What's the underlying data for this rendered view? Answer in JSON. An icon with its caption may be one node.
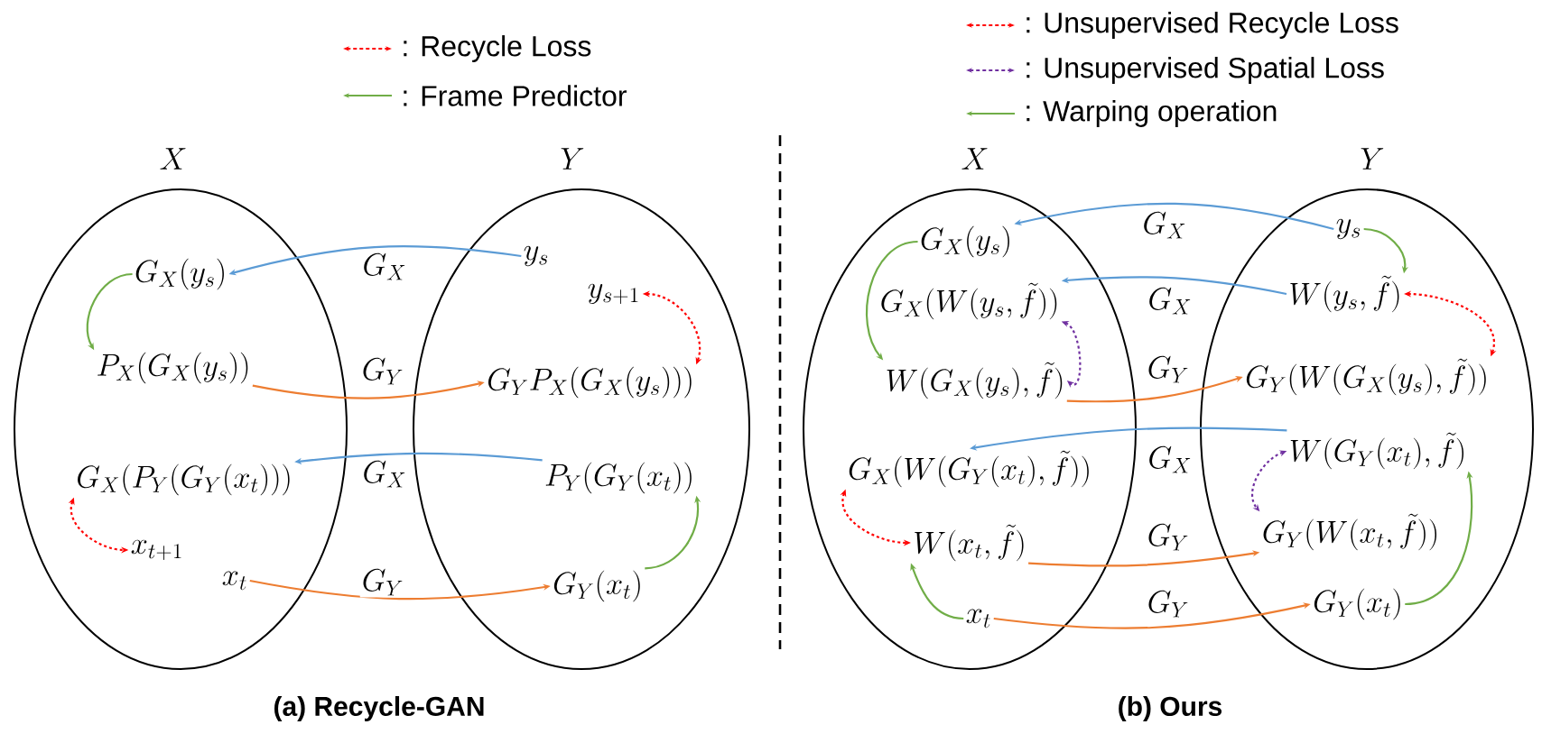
{
  "diagram": {
    "nodes": [
      {
        "text": [
          "X"
        ]
      },
      {
        "text": [
          "G_X(y_s)"
        ],
        "in": 0
      },
      {
        "text": [
          "P_X(G_X(y_s))"
        ],
        "in": 0
      },
      {
        "text": [
          "G_X(P_Y(G_Y(x_t)))"
        ],
        "in": 0
      },
      {
        "text": [
          "x_{t+1}"
        ],
        "in": 0
      },
      {
        "text": [
          "x_t"
        ],
        "in": 0
      },
      {
        "text": [
          "Y"
        ]
      },
      {
        "text": [
          "y_s"
        ],
        "in": 6
      },
      {
        "text": [
          "y_{s+1}"
        ],
        "in": 6
      },
      {
        "text": [
          "G_Y P_X(G_X(y_s)))"
        ],
        "in": 6
      },
      {
        "text": [
          "P_Y(G_Y(x_t))"
        ],
        "in": 6
      },
      {
        "text": [
          "G_Y(x_t)"
        ],
        "in": 6
      },
      {
        "text": [
          "X"
        ]
      },
      {
        "text": [
          "G_X(y_s)"
        ],
        "in": 12
      },
      {
        "text": [
          "G_X(W(y_s,\\tilde{f}))"
        ],
        "in": 12
      },
      {
        "text": [
          "W(G_X(y_s),\\tilde{f})"
        ],
        "in": 12
      },
      {
        "text": [
          "G_X(W(G_Y(x_t),\\tilde{f}))"
        ],
        "in": 12
      },
      {
        "text": [
          "W(x_t,\\tilde{f})"
        ],
        "in": 12
      },
      {
        "text": [
          "x_t"
        ],
        "in": 12
      },
      {
        "text": [
          "Y"
        ]
      },
      {
        "text": [
          "y_s"
        ],
        "in": 19
      },
      {
        "text": [
          "W(y_s,\\tilde{f})"
        ],
        "in": 19
      },
      {
        "text": [
          "G_Y(W(G_X(y_s),\\tilde{f}))"
        ],
        "in": 19
      },
      {
        "text": [
          "W(G_Y(x_t),\\tilde{f})"
        ],
        "in": 19
      },
      {
        "text": [
          "G_Y(W(x_t,\\tilde{f}))"
        ],
        "in": 19
      },
      {
        "text": [
          "G_Y(x_t)"
        ],
        "in": 19
      }
    ],
    "edges": [
      {
        "from": 7,
        "to": 1,
        "arrow": "to",
        "label": "G_X",
        "color": "#5b9bd5"
      },
      {
        "from": 2,
        "to": 9,
        "arrow": "to",
        "label": "G_Y",
        "color": "#ed7d31"
      },
      {
        "from": 10,
        "to": 3,
        "arrow": "to",
        "label": "G_X",
        "color": "#5b9bd5"
      },
      {
        "from": 5,
        "to": 11,
        "arrow": "to",
        "label": "G_Y",
        "color": "#ed7d31"
      },
      {
        "from": 1,
        "to": 2,
        "arrow": "to",
        "color": "#70ad47"
      },
      {
        "from": 11,
        "to": 10,
        "arrow": "to",
        "color": "#70ad47"
      },
      {
        "from": 8,
        "to": 9,
        "arrow": "both",
        "style": "dashed",
        "color": "#ff0000"
      },
      {
        "from": 3,
        "to": 4,
        "arrow": "both",
        "style": "dashed",
        "color": "#ff0000"
      },
      {
        "from": 20,
        "to": 13,
        "arrow": "to",
        "label": "G_X",
        "color": "#5b9bd5"
      },
      {
        "from": 21,
        "to": 14,
        "arrow": "to",
        "label": "G_X",
        "color": "#5b9bd5"
      },
      {
        "from": 15,
        "to": 22,
        "arrow": "to",
        "label": "G_Y",
        "color": "#ed7d31"
      },
      {
        "from": 23,
        "to": 16,
        "arrow": "to",
        "label": "G_X",
        "color": "#5b9bd5"
      },
      {
        "from": 17,
        "to": 24,
        "arrow": "to",
        "label": "G_Y",
        "color": "#ed7d31"
      },
      {
        "from": 18,
        "to": 25,
        "arrow": "to",
        "label": "G_Y",
        "color": "#ed7d31"
      },
      {
        "from": 20,
        "to": 21,
        "arrow": "to",
        "color": "#70ad47"
      },
      {
        "from": 13,
        "to": 15,
        "arrow": "to",
        "color": "#70ad47"
      },
      {
        "from": 18,
        "to": 17,
        "arrow": "to",
        "color": "#70ad47"
      },
      {
        "from": 25,
        "to": 23,
        "arrow": "to",
        "color": "#70ad47"
      },
      {
        "from": 21,
        "to": 22,
        "arrow": "both",
        "style": "dashed",
        "color": "#ff0000"
      },
      {
        "from": 16,
        "to": 17,
        "arrow": "both",
        "style": "dashed",
        "color": "#ff0000"
      },
      {
        "from": 14,
        "to": 15,
        "arrow": "both",
        "style": "dashed",
        "color": "#7030a0"
      },
      {
        "from": 23,
        "to": 24,
        "arrow": "both",
        "style": "dashed",
        "color": "#7030a0"
      }
    ],
    "labels": [
      "(a) Recycle-GAN",
      "(b) Ours"
    ],
    "legend": [
      {
        "text": ": Recycle Loss"
      },
      {
        "text": ": Frame Predictor"
      },
      {
        "text": ": Unsupervised Recycle Loss"
      },
      {
        "text": ": Unsupervised Spatial Loss"
      },
      {
        "text": ": Warping operation"
      }
    ]
  }
}
